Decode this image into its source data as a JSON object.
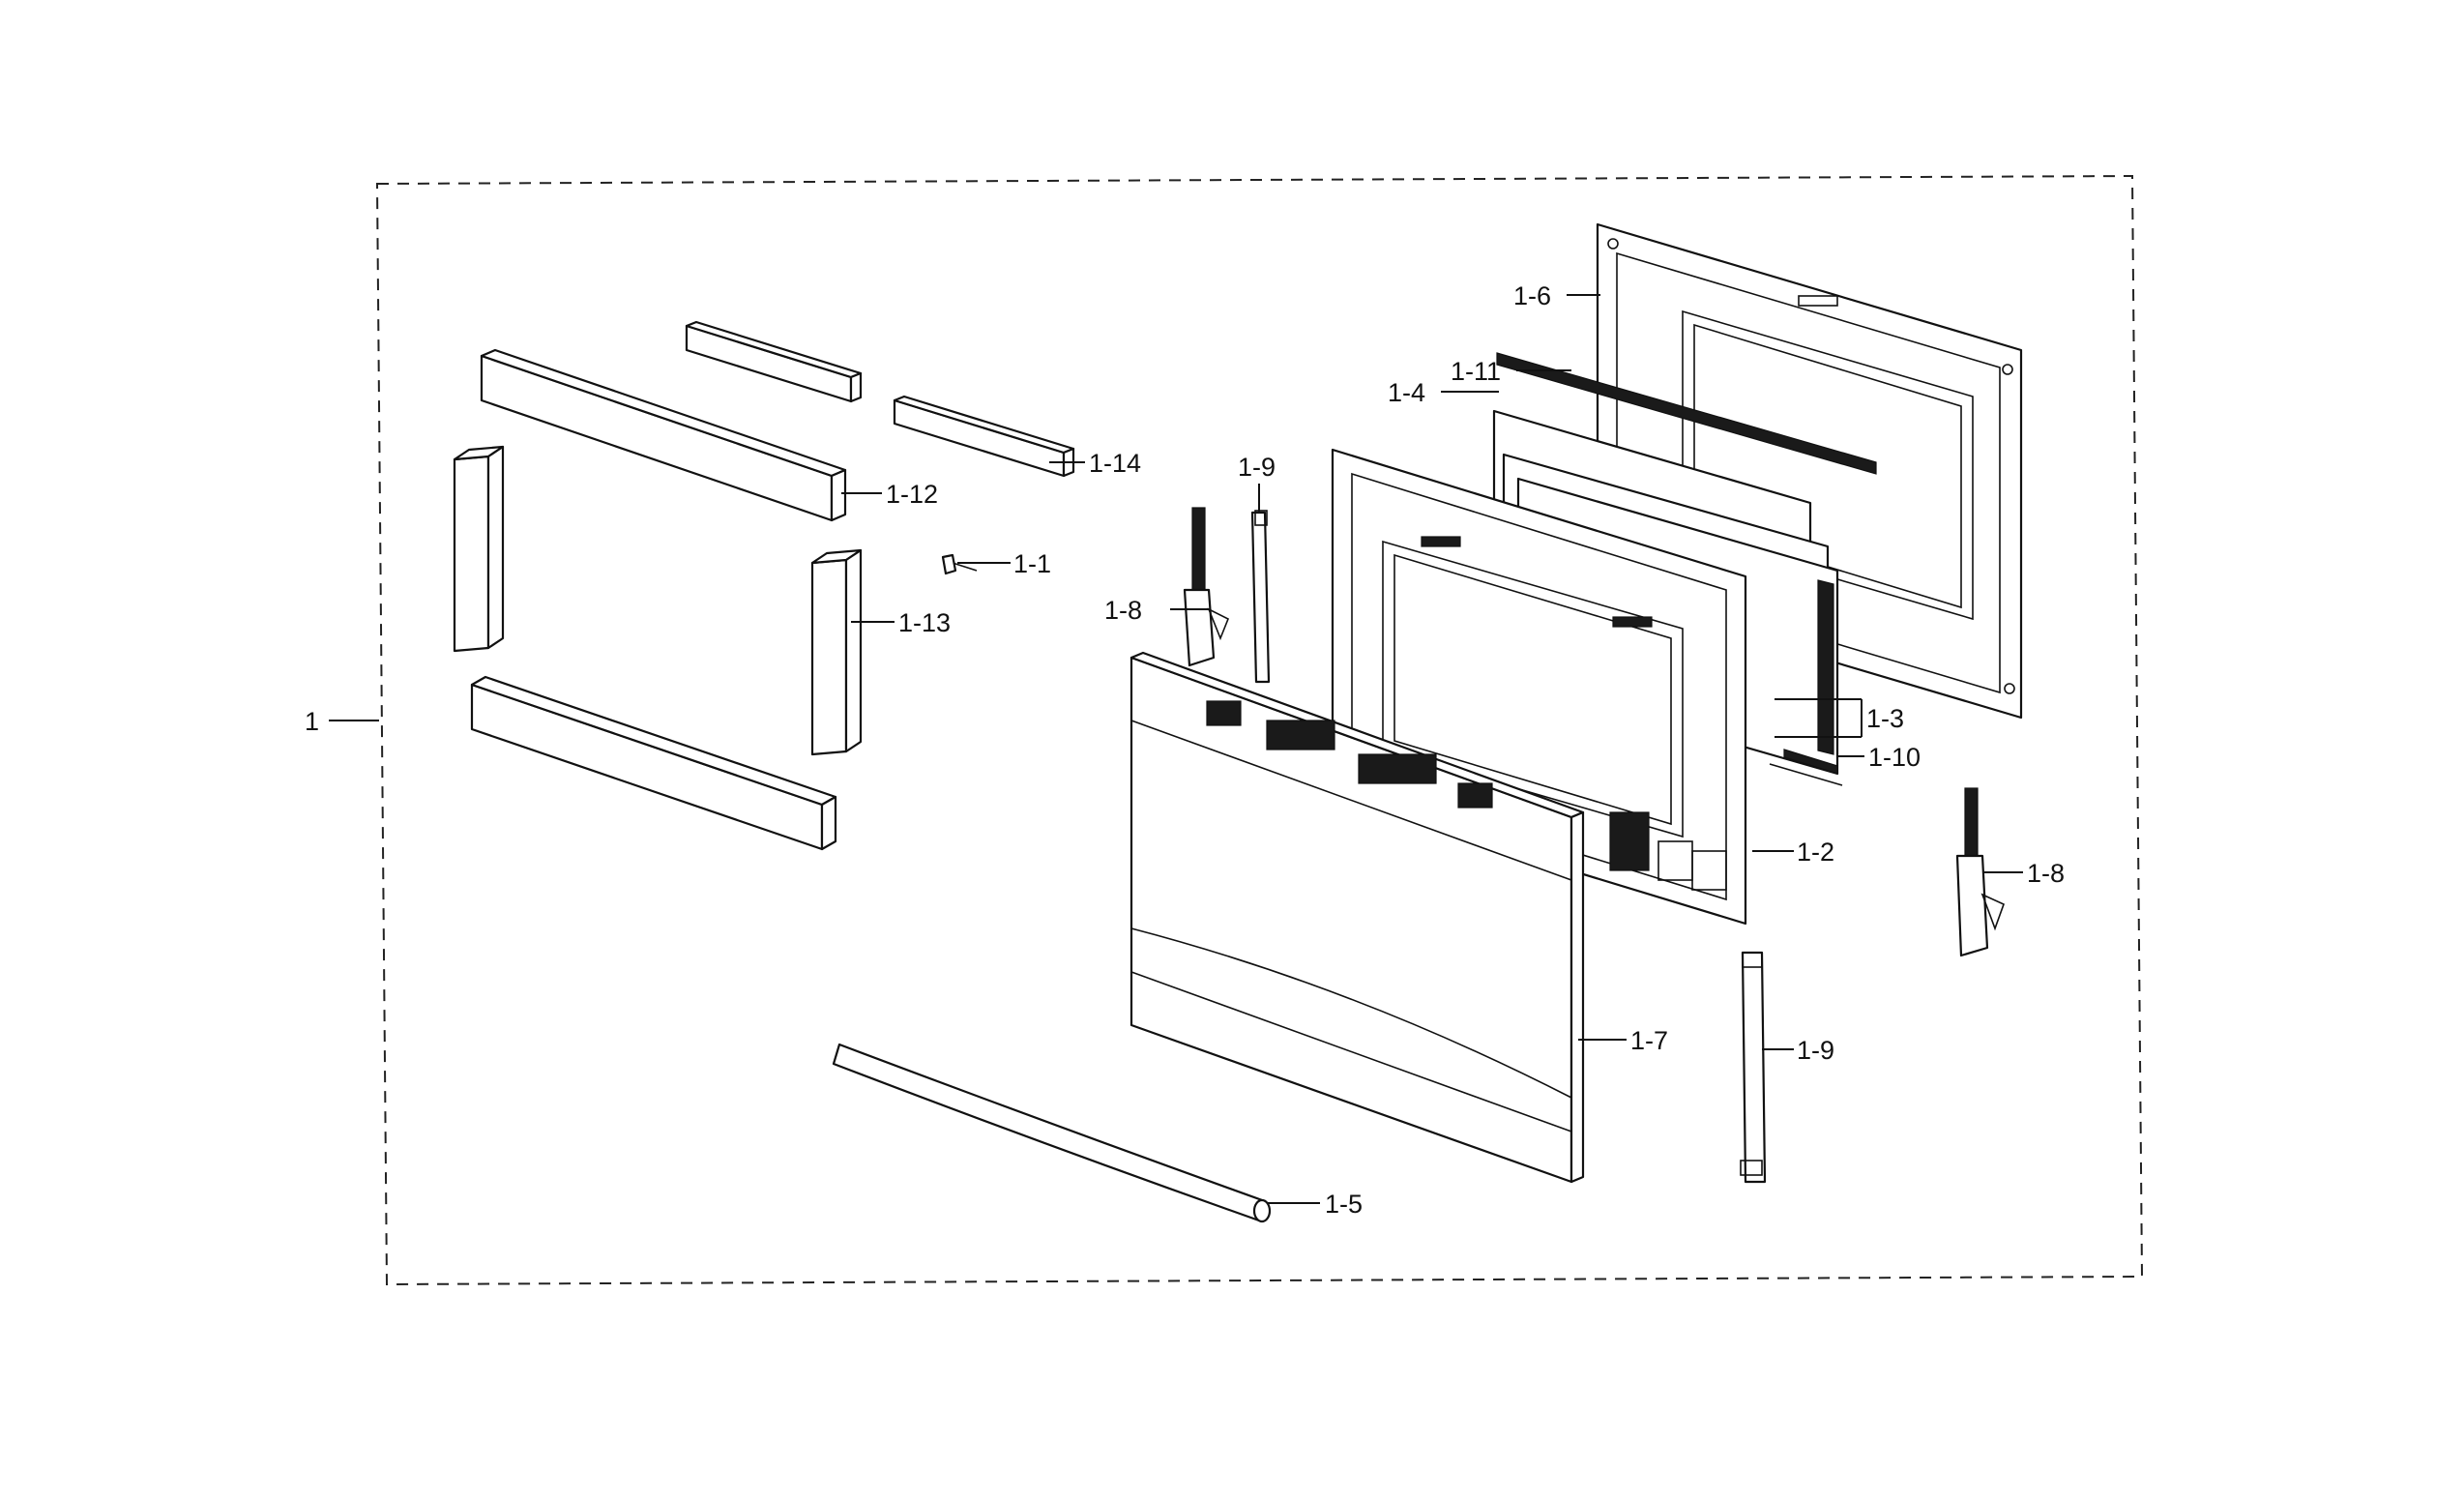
{
  "callouts": {
    "assembly": "1",
    "screw": "1-1",
    "inner_door": "1-2",
    "glass_pair": "1-3",
    "glass_middle": "1-4",
    "handle": "1-5",
    "door_liner": "1-6",
    "outer_door": "1-7",
    "hinge_left": "1-8",
    "hinge_right": "1-8",
    "bracket_top": "1-9",
    "bracket_bottom": "1-9",
    "spacer": "1-10",
    "gasket": "1-11",
    "insulation_long": "1-12",
    "insulation_side": "1-13",
    "insulation_short": "1-14"
  }
}
